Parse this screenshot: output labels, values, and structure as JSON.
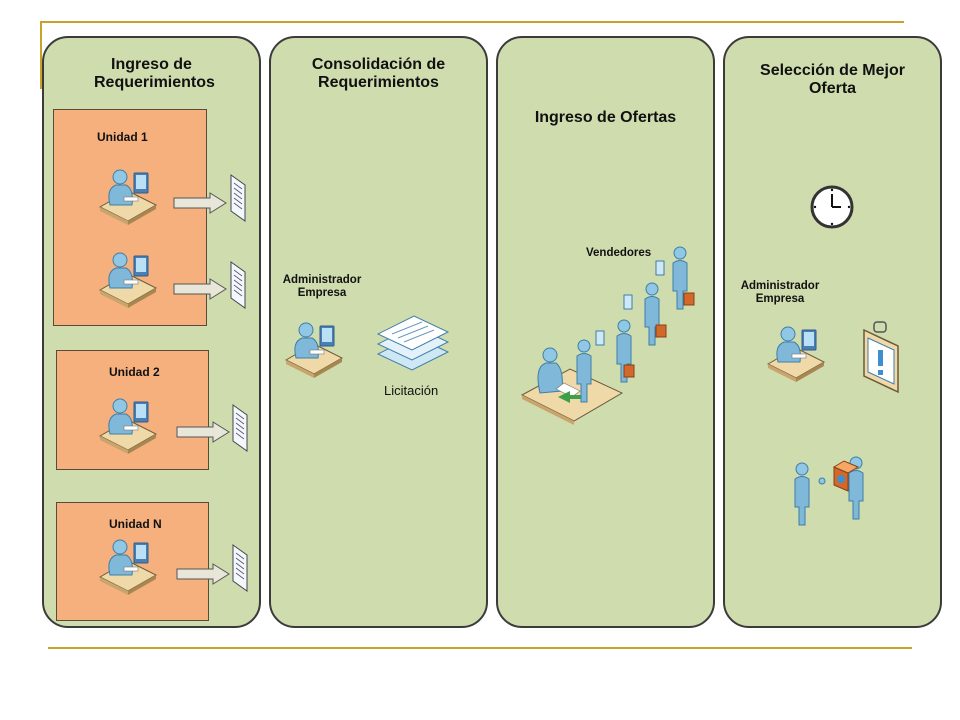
{
  "lanes": [
    {
      "title": "Ingreso de Requerimientos"
    },
    {
      "title": "Consolidación de Requerimientos"
    },
    {
      "title": "Ingreso de Ofertas"
    },
    {
      "title": "Selección de Mejor Oferta"
    }
  ],
  "units": [
    {
      "label": "Unidad 1"
    },
    {
      "label": "Unidad 2"
    },
    {
      "label": "Unidad N"
    }
  ],
  "consolidation": {
    "role": "Administrador Empresa",
    "document_label": "Licitación"
  },
  "offers": {
    "sellers_label": "Vendedores"
  },
  "selection": {
    "role": "Administrador Empresa"
  },
  "colors": {
    "lane_fill": "#cfdcae",
    "unit_fill": "#f5b07e",
    "rule": "#c9a227"
  }
}
